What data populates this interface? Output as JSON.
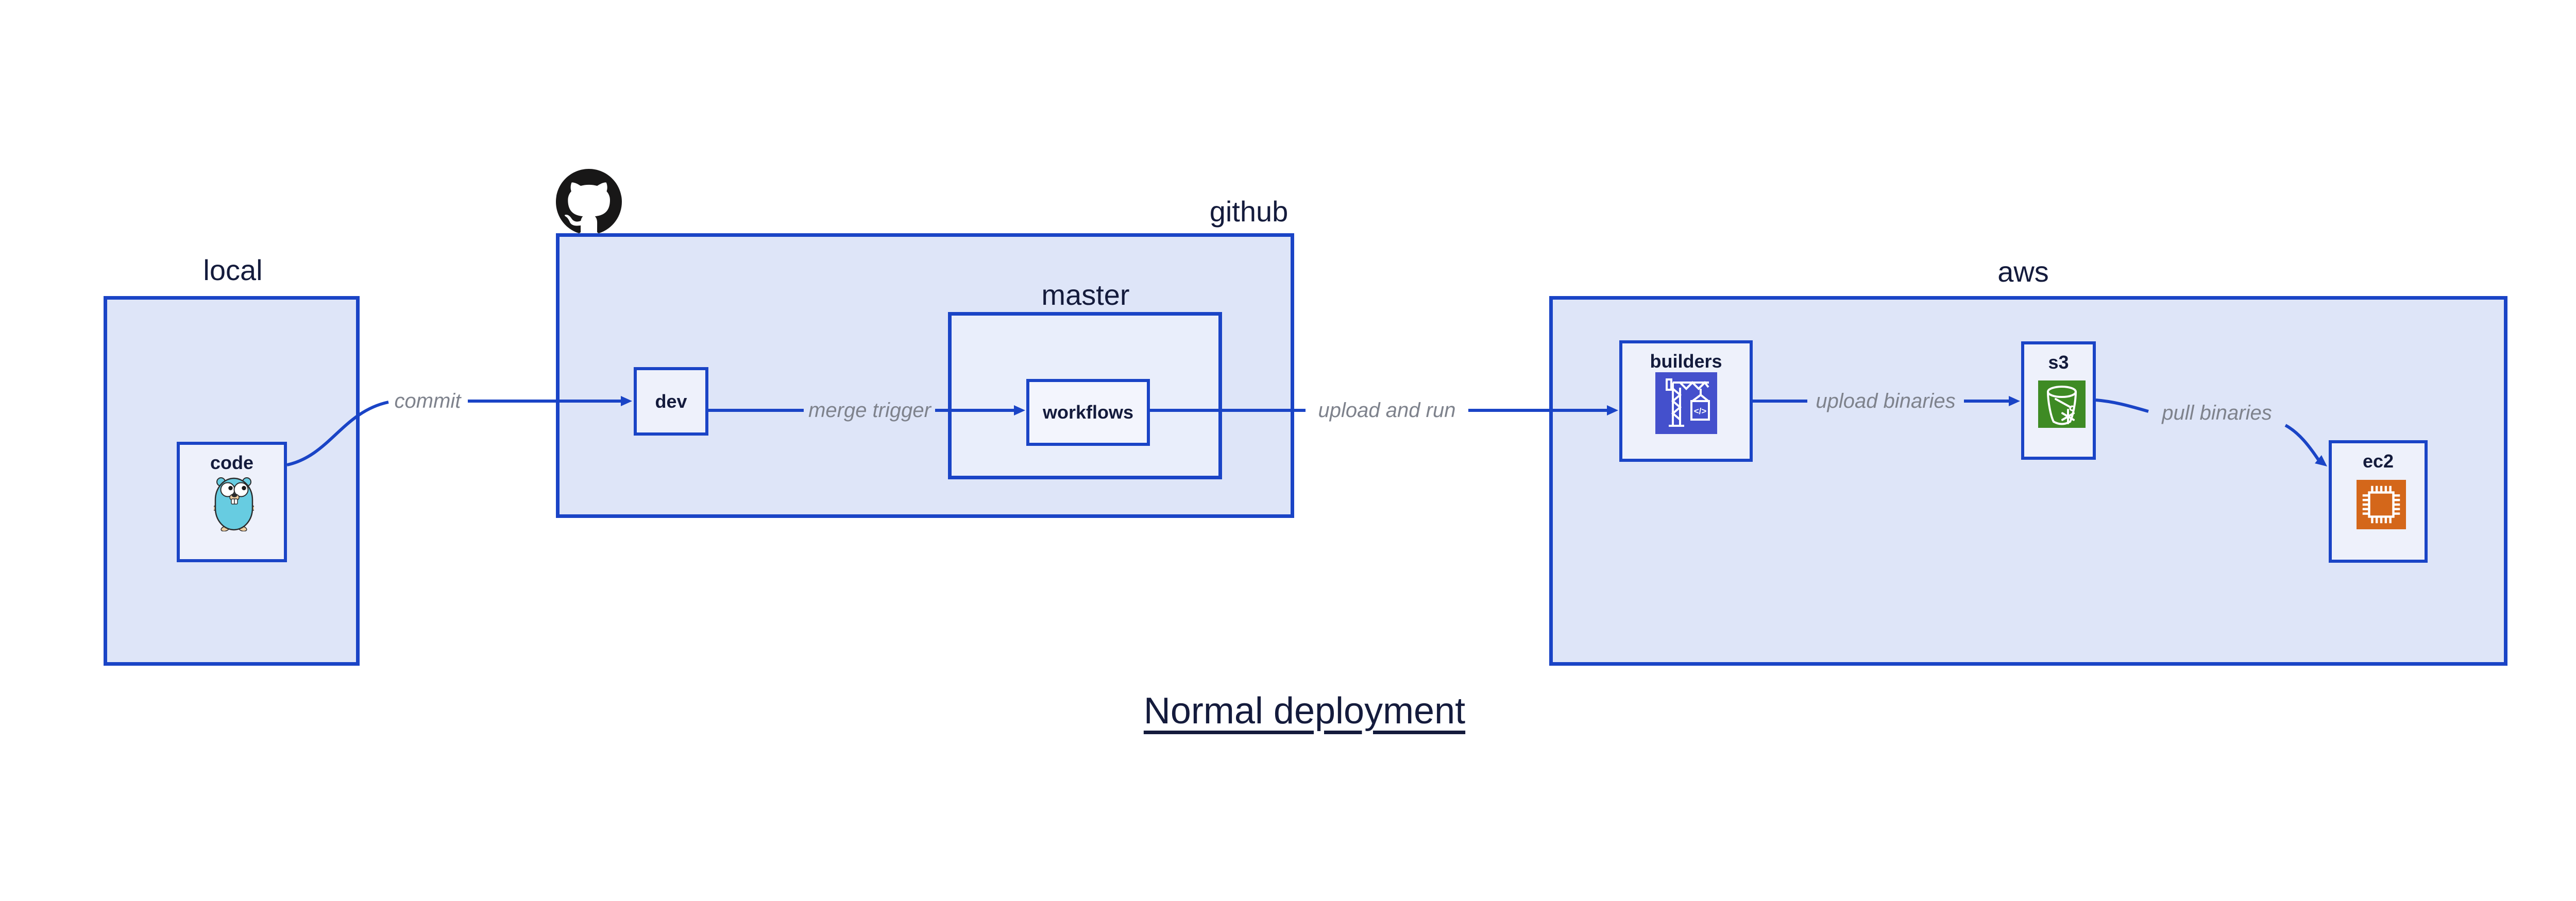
{
  "title": {
    "text": "Normal deployment"
  },
  "containers": {
    "local": {
      "label": "local"
    },
    "github": {
      "label": "github"
    },
    "master": {
      "label": "master"
    },
    "aws": {
      "label": "aws"
    }
  },
  "nodes": {
    "code": {
      "label": "code",
      "icon": "go-gopher-icon"
    },
    "dev": {
      "label": "dev"
    },
    "workflows": {
      "label": "workflows"
    },
    "builders": {
      "label": "builders",
      "icon": "aws-codebuild-icon",
      "icon_glyph": "</>"
    },
    "s3": {
      "label": "s3",
      "icon": "aws-s3-glacier-bucket-icon"
    },
    "ec2": {
      "label": "ec2",
      "icon": "aws-ec2-chip-icon"
    }
  },
  "edges": {
    "commit": {
      "label": "commit"
    },
    "merge_trigger": {
      "label": "merge trigger"
    },
    "upload_and_run": {
      "label": "upload and run"
    },
    "upload_binaries": {
      "label": "upload binaries"
    },
    "pull_binaries": {
      "label": "pull binaries"
    }
  },
  "logos": {
    "github_mark": "github-octocat-icon"
  },
  "colors": {
    "edge_blue": "#1a44c6",
    "container_fill": "#dee5f8",
    "node_fill": "#eef1fb",
    "master_fill": "#e9eefb",
    "workflows_fill": "#f3f5fd",
    "text_navy": "#141b3c",
    "edge_label_gray": "#7e828c",
    "codebuild_indigo": "#4450cc",
    "s3_green": "#3e8b24",
    "ec2_orange": "#d4671a",
    "gopher_teal": "#67cce1",
    "github_black": "#181717"
  }
}
